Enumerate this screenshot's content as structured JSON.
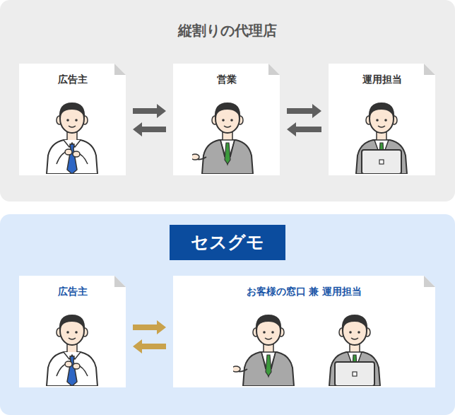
{
  "diagram": {
    "nodes": [
      {
        "text": [
          "縦割りの代理店"
        ]
      },
      {
        "text": [
          "広告主"
        ],
        "in": 0
      },
      {
        "text": [
          "営業"
        ],
        "in": 0
      },
      {
        "text": [
          "運用担当"
        ],
        "in": 0
      },
      {
        "text": [
          "セスグモ"
        ]
      },
      {
        "text": [
          "広告主"
        ],
        "in": 4
      },
      {
        "text": [
          "お客様の窓口 兼 運用担当"
        ],
        "in": 4
      }
    ],
    "edges": [
      {
        "from": 1,
        "to": 2,
        "arrow": "to"
      },
      {
        "from": 2,
        "to": 1,
        "arrow": "to"
      },
      {
        "from": 2,
        "to": 3,
        "arrow": "to"
      },
      {
        "from": 3,
        "to": 2,
        "arrow": "to"
      },
      {
        "from": 5,
        "to": 6,
        "arrow": "to"
      },
      {
        "from": 6,
        "to": 5,
        "arrow": "to"
      }
    ]
  }
}
